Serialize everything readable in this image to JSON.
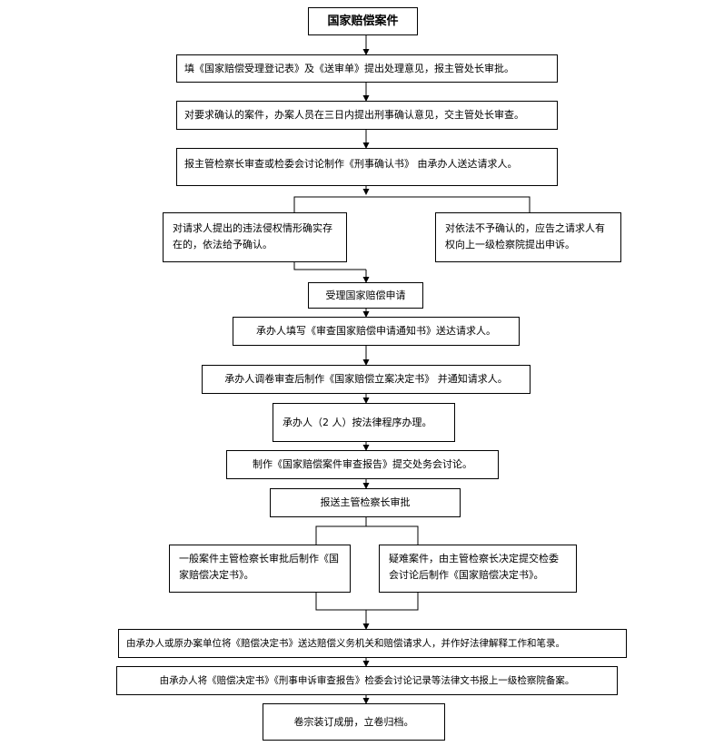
{
  "flowchart": {
    "title": "国家赔偿案件",
    "steps": {
      "s1": "填《国家赔偿受理登记表》及《送审单》提出处理意见，报主管处长审批。",
      "s2": "对要求确认的案件，办案人员在三日内提出刑事确认意见，交主管处长审查。",
      "s3": "报主管检察长审查或检委会讨论制作《刑事确认书》 由承办人送达请求人。",
      "branch1_left": "对请求人提出的违法侵权情形确实存在的，依法给予确认。",
      "branch1_right": "对依法不予确认的，应告之请求人有权向上一级检察院提出申诉。",
      "s4": "受理国家赔偿申请",
      "s5": "承办人填写《审查国家赔偿申请通知书》送达请求人。",
      "s6": "承办人调卷审查后制作《国家赔偿立案决定书》 并通知请求人。",
      "s7": "承办人（2 人）按法律程序办理。",
      "s8": "制作《国家赔偿案件审查报告》提交处务会讨论。",
      "s9": "报送主管检察长审批",
      "branch2_left": "一般案件主管检察长审批后制作《国家赔偿决定书》。",
      "branch2_right": "疑难案件，由主管检察长决定提交检委会讨论后制作《国家赔偿决定书》。",
      "s10": "由承办人或原办案单位将《赔偿决定书》送达赔偿义务机关和赔偿请求人，并作好法律解释工作和笔录。",
      "s11": "由承办人将《赔偿决定书》《刑事申诉审查报告》检委会讨论记录等法律文书报上一级检察院备案。",
      "s12": "卷宗装订成册，立卷归档。"
    }
  }
}
